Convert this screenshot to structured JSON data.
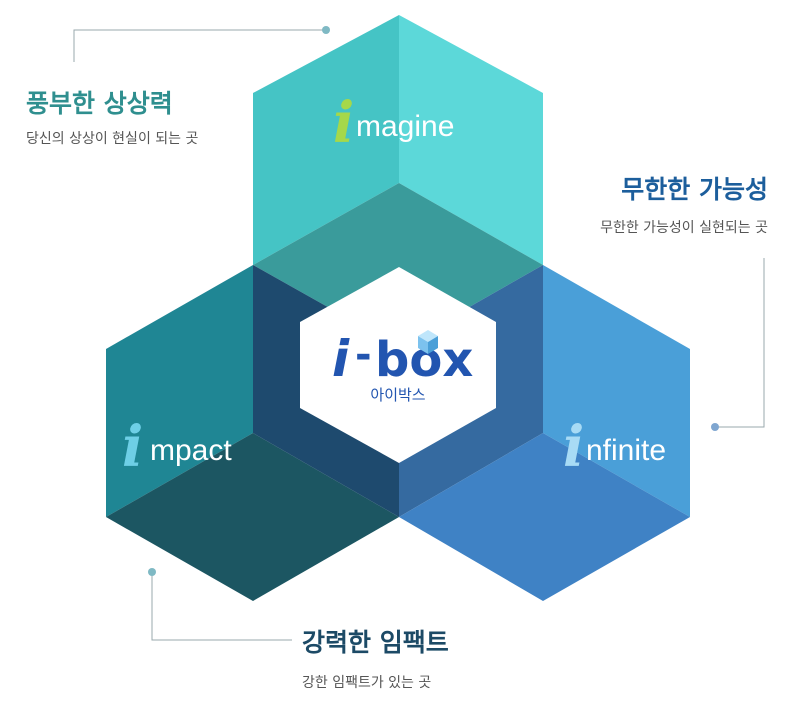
{
  "center": {
    "logo_i": "i",
    "logo_dash": "-",
    "logo_box": "box",
    "logo_korean": "아이박스"
  },
  "cubes": {
    "imagine": {
      "letter": "i",
      "rest": "magine"
    },
    "impact": {
      "letter": "i",
      "rest": "mpact"
    },
    "infinite": {
      "letter": "i",
      "rest": "nfinite"
    }
  },
  "callouts": {
    "imagine": {
      "title": "풍부한 상상력",
      "subtitle": "당신의 상상이 현실이 되는 곳"
    },
    "infinite": {
      "title": "무한한 가능성",
      "subtitle": "무한한 가능성이 실현되는 곳"
    },
    "impact": {
      "title": "강력한 임팩트",
      "subtitle": "강한 임팩트가 있는 곳"
    }
  },
  "colors": {
    "imagine_light": "#5cd8d9",
    "imagine_mid": "#45c4c5",
    "imagine_dark": "#3a9b9b",
    "impact_light": "#1f8694",
    "impact_dark": "#1c5662",
    "impact_inner": "#1e4a6e",
    "infinite_light": "#4a9fd8",
    "infinite_dark": "#3f82c5",
    "infinite_inner": "#356aa0",
    "title_teal": "#2f8f8f",
    "title_blue": "#1c5e9c",
    "title_navy": "#1c4a66",
    "logo_blue": "#2255b0",
    "letter_green": "#a5d84a",
    "letter_cyan": "#6ecfe6",
    "letter_sky": "#a8dbf5"
  }
}
